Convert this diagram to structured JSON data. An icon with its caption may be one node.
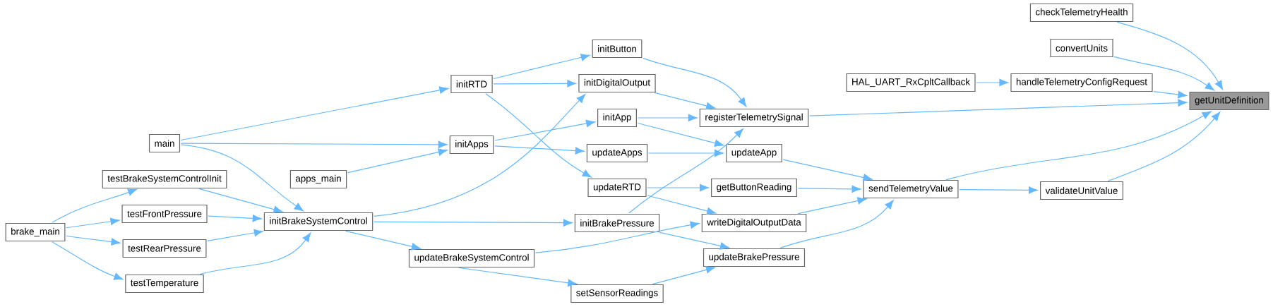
{
  "diagram": {
    "nodes": [
      {
        "text": [
          "brake_main"
        ]
      },
      {
        "text": [
          "main"
        ]
      },
      {
        "text": [
          "testBrakeSystemControlInit"
        ]
      },
      {
        "text": [
          "testFrontPressure"
        ]
      },
      {
        "text": [
          "testRearPressure"
        ]
      },
      {
        "text": [
          "testTemperature"
        ]
      },
      {
        "text": [
          "apps_main"
        ]
      },
      {
        "text": [
          "initBrakeSystemControl"
        ]
      },
      {
        "text": [
          "initRTD"
        ]
      },
      {
        "text": [
          "initApps"
        ]
      },
      {
        "text": [
          "updateBrakeSystemControl"
        ]
      },
      {
        "text": [
          "initButton"
        ]
      },
      {
        "text": [
          "initDigitalOutput"
        ]
      },
      {
        "text": [
          "initApp"
        ]
      },
      {
        "text": [
          "updateApps"
        ]
      },
      {
        "text": [
          "updateRTD"
        ]
      },
      {
        "text": [
          "initBrakePressure"
        ]
      },
      {
        "text": [
          "setSensorReadings"
        ]
      },
      {
        "text": [
          "registerTelemetrySignal"
        ]
      },
      {
        "text": [
          "updateApp"
        ]
      },
      {
        "text": [
          "getButtonReading"
        ]
      },
      {
        "text": [
          "writeDigitalOutputData"
        ]
      },
      {
        "text": [
          "updateBrakePressure"
        ]
      },
      {
        "text": [
          "HAL_UART_RxCpltCallback"
        ]
      },
      {
        "text": [
          "sendTelemetryValue"
        ]
      },
      {
        "text": [
          "checkTelemetryHealth"
        ]
      },
      {
        "text": [
          "convertUnits"
        ]
      },
      {
        "text": [
          "handleTelemetryConfigRequest"
        ]
      },
      {
        "text": [
          "validateUnitValue"
        ]
      },
      {
        "text": [
          "getUnitDefinition"
        ]
      }
    ],
    "edges": [
      {
        "from": 0,
        "to": 2,
        "arrow": "to"
      },
      {
        "from": 0,
        "to": 3,
        "arrow": "to"
      },
      {
        "from": 0,
        "to": 4,
        "arrow": "to"
      },
      {
        "from": 0,
        "to": 5,
        "arrow": "to"
      },
      {
        "from": 1,
        "to": 8,
        "arrow": "to"
      },
      {
        "from": 1,
        "to": 9,
        "arrow": "to"
      },
      {
        "from": 1,
        "to": 7,
        "arrow": "to"
      },
      {
        "from": 2,
        "to": 7,
        "arrow": "to"
      },
      {
        "from": 3,
        "to": 7,
        "arrow": "to"
      },
      {
        "from": 4,
        "to": 7,
        "arrow": "to"
      },
      {
        "from": 5,
        "to": 7,
        "arrow": "to"
      },
      {
        "from": 6,
        "to": 9,
        "arrow": "to"
      },
      {
        "from": 7,
        "to": 12,
        "arrow": "to"
      },
      {
        "from": 7,
        "to": 16,
        "arrow": "to"
      },
      {
        "from": 7,
        "to": 10,
        "arrow": "to"
      },
      {
        "from": 8,
        "to": 11,
        "arrow": "to"
      },
      {
        "from": 8,
        "to": 12,
        "arrow": "to"
      },
      {
        "from": 8,
        "to": 15,
        "arrow": "to"
      },
      {
        "from": 9,
        "to": 13,
        "arrow": "to"
      },
      {
        "from": 9,
        "to": 14,
        "arrow": "to"
      },
      {
        "from": 10,
        "to": 21,
        "arrow": "to"
      },
      {
        "from": 10,
        "to": 17,
        "arrow": "to"
      },
      {
        "from": 11,
        "to": 18,
        "arrow": "to"
      },
      {
        "from": 12,
        "to": 18,
        "arrow": "to"
      },
      {
        "from": 13,
        "to": 18,
        "arrow": "to"
      },
      {
        "from": 13,
        "to": 19,
        "arrow": "to"
      },
      {
        "from": 14,
        "to": 19,
        "arrow": "to"
      },
      {
        "from": 15,
        "to": 20,
        "arrow": "to"
      },
      {
        "from": 15,
        "to": 21,
        "arrow": "to"
      },
      {
        "from": 16,
        "to": 18,
        "arrow": "to"
      },
      {
        "from": 16,
        "to": 22,
        "arrow": "to"
      },
      {
        "from": 17,
        "to": 22,
        "arrow": "to"
      },
      {
        "from": 18,
        "to": 29,
        "arrow": "to"
      },
      {
        "from": 19,
        "to": 24,
        "arrow": "to"
      },
      {
        "from": 20,
        "to": 24,
        "arrow": "to"
      },
      {
        "from": 21,
        "to": 24,
        "arrow": "to"
      },
      {
        "from": 22,
        "to": 24,
        "arrow": "to"
      },
      {
        "from": 23,
        "to": 27,
        "arrow": "to"
      },
      {
        "from": 24,
        "to": 29,
        "arrow": "to"
      },
      {
        "from": 24,
        "to": 28,
        "arrow": "to"
      },
      {
        "from": 25,
        "to": 29,
        "arrow": "to"
      },
      {
        "from": 26,
        "to": 29,
        "arrow": "to"
      },
      {
        "from": 27,
        "to": 29,
        "arrow": "to"
      },
      {
        "from": 28,
        "to": 29,
        "arrow": "to"
      }
    ]
  }
}
